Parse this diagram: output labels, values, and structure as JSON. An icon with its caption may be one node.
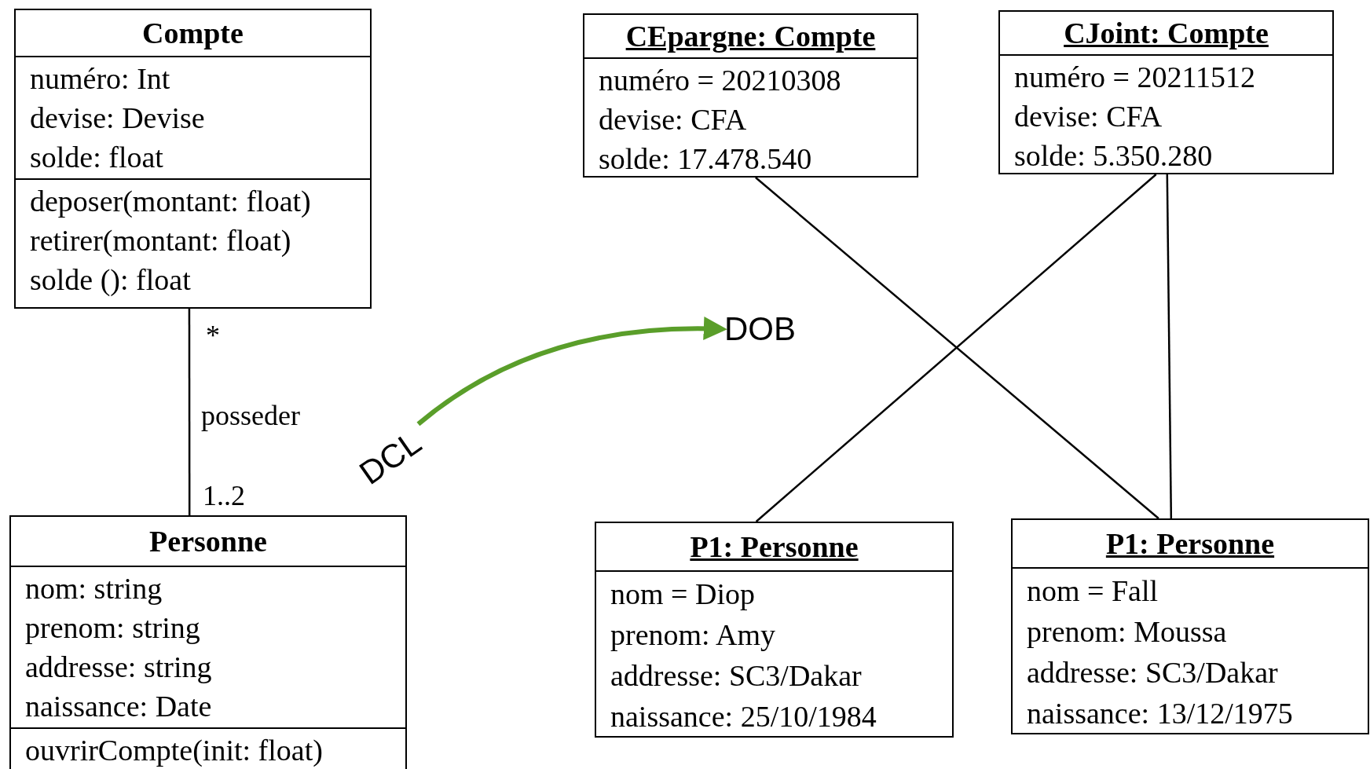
{
  "diagram": {
    "nodes": [
      {
        "text": [
          "Compte",
          "numéro: Int",
          "devise: Devise",
          "solde: float",
          "deposer(montant: float)",
          "retirer(montant: float)",
          "solde (): float"
        ]
      },
      {
        "text": [
          "Personne",
          "nom: string",
          "prenom: string",
          "addresse: string",
          "naissance: Date",
          "ouvrirCompte(init: float)"
        ]
      },
      {
        "text": [
          "CEpargne: Compte",
          "numéro = 20210308",
          "devise: CFA",
          "solde: 17.478.540"
        ]
      },
      {
        "text": [
          "CJoint: Compte",
          "numéro = 20211512",
          "devise: CFA",
          "solde: 5.350.280"
        ]
      },
      {
        "text": [
          "P1: Personne",
          "nom = Diop",
          "prenom: Amy",
          "addresse: SC3/Dakar",
          "naissance: 25/10/1984"
        ]
      },
      {
        "text": [
          "P1: Personne",
          "nom = Fall",
          "prenom: Moussa",
          "addresse: SC3/Dakar",
          "naissance: 13/12/1975"
        ]
      },
      {
        "text": [
          "DCL"
        ]
      },
      {
        "text": [
          "DOB"
        ]
      }
    ],
    "edges": [
      {
        "from": 0,
        "to": 1,
        "arrow": "none",
        "label": "posseder"
      },
      {
        "from": 6,
        "to": 7,
        "arrow": "to",
        "style": "thick",
        "color": "#5a9e2a"
      },
      {
        "from": 2,
        "to": 5,
        "arrow": "none"
      },
      {
        "from": 3,
        "to": 4,
        "arrow": "none"
      },
      {
        "from": 3,
        "to": 5,
        "arrow": "none"
      }
    ],
    "labels": [
      "*",
      "1..2"
    ]
  }
}
